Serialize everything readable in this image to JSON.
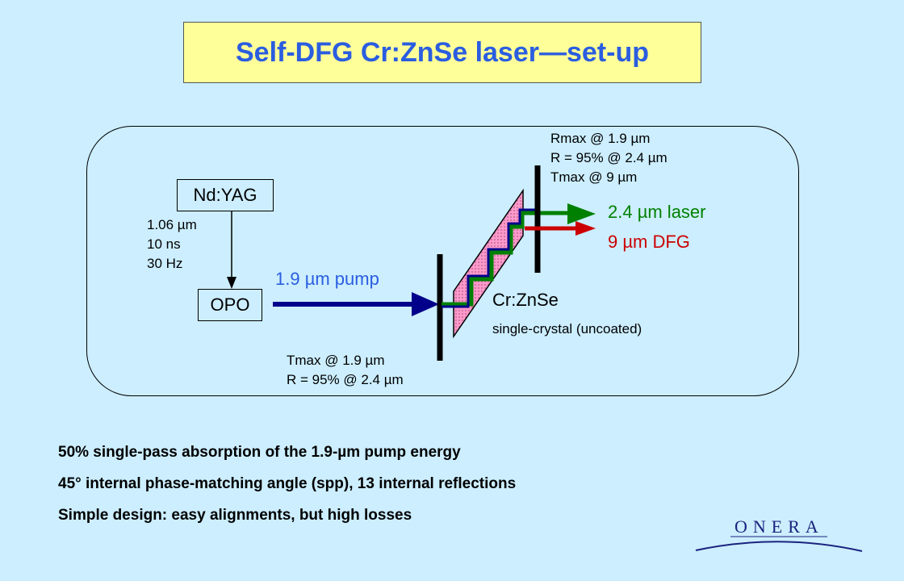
{
  "title": "Self-DFG Cr:ZnSe laser—set-up",
  "nd_yag": {
    "label": "Nd:YAG",
    "specs": [
      "1.06 µm",
      "10 ns",
      "30 Hz"
    ]
  },
  "opo": {
    "label": "OPO"
  },
  "pump": {
    "label": "1.9 µm pump"
  },
  "input_mirror": {
    "specs": [
      "Tmax @ 1.9 µm",
      "R = 95% @ 2.4 µm"
    ]
  },
  "output_mirror": {
    "specs": [
      "Rmax @ 1.9 µm",
      "R = 95% @ 2.4 µm",
      "Tmax @ 9 µm"
    ]
  },
  "crystal": {
    "label": "Cr:ZnSe",
    "sublabel": "single-crystal (uncoated)"
  },
  "outputs": {
    "laser": "2.4 µm laser",
    "dfg": "9 µm DFG"
  },
  "bullets": [
    "50% single-pass absorption of the 1.9-µm pump energy",
    "45° internal phase-matching angle (spp), 13 internal reflections",
    "Simple design: easy alignments, but high losses"
  ],
  "logo": "ONERA",
  "colors": {
    "title": "#2a5de0",
    "pump": "#00008b",
    "laser": "#008000",
    "dfg": "#cc0000",
    "crystal": "#ff99cc"
  }
}
